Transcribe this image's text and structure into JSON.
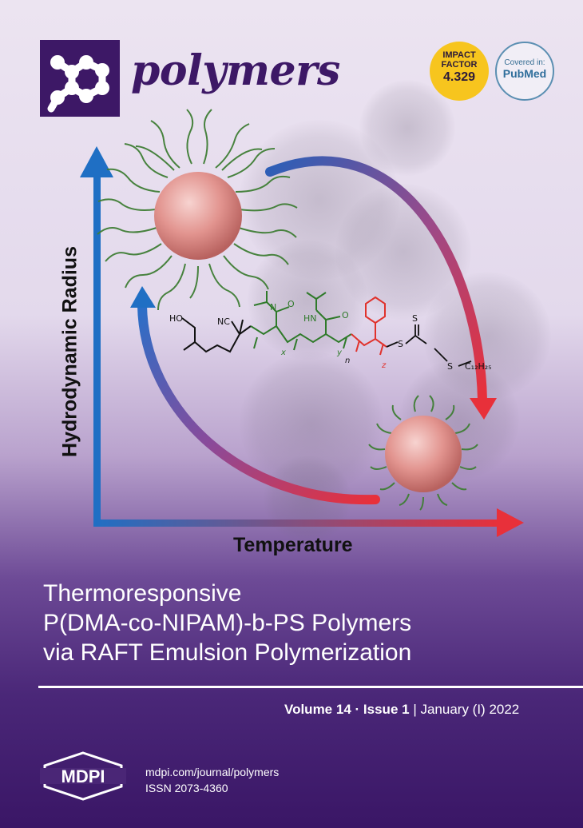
{
  "masthead": {
    "journal_name": "polymers",
    "impact_factor": {
      "line1": "IMPACT",
      "line2": "FACTOR",
      "value": "4.329"
    },
    "pubmed": {
      "line1": "Covered in:",
      "line2": "PubMed"
    }
  },
  "figure": {
    "y_axis_label": "Hydrodynamic Radius",
    "x_axis_label": "Temperature",
    "chem_labels": {
      "ho": "HO",
      "nc": "NC",
      "n_left": "N",
      "hn": "HN",
      "x_sub": "x",
      "y_sub": "y",
      "n_sub": "n",
      "z_sub": "z",
      "s1": "S",
      "s2": "S",
      "s3": "S",
      "chain": "C₁₂H₂₅"
    }
  },
  "article": {
    "title_lines": [
      "Thermoresponsive",
      "P(DMA-co-NIPAM)-b-PS Polymers",
      "via RAFT Emulsion Polymerization"
    ]
  },
  "issue": {
    "volume": "Volume 14",
    "separator": "·",
    "issue": "Issue 1",
    "bar": "|",
    "date": "January (I) 2022"
  },
  "footer": {
    "publisher": "MDPI",
    "url": "mdpi.com/journal/polymers",
    "issn": "ISSN 2073-4360"
  },
  "colors": {
    "brand_purple": "#3d1866",
    "impact_yellow": "#f7c51e",
    "axis_blue": "#1f6fc4",
    "arrow_red": "#e8303a",
    "polymer_green": "#2f7a2a",
    "ps_red": "#e0322c"
  }
}
